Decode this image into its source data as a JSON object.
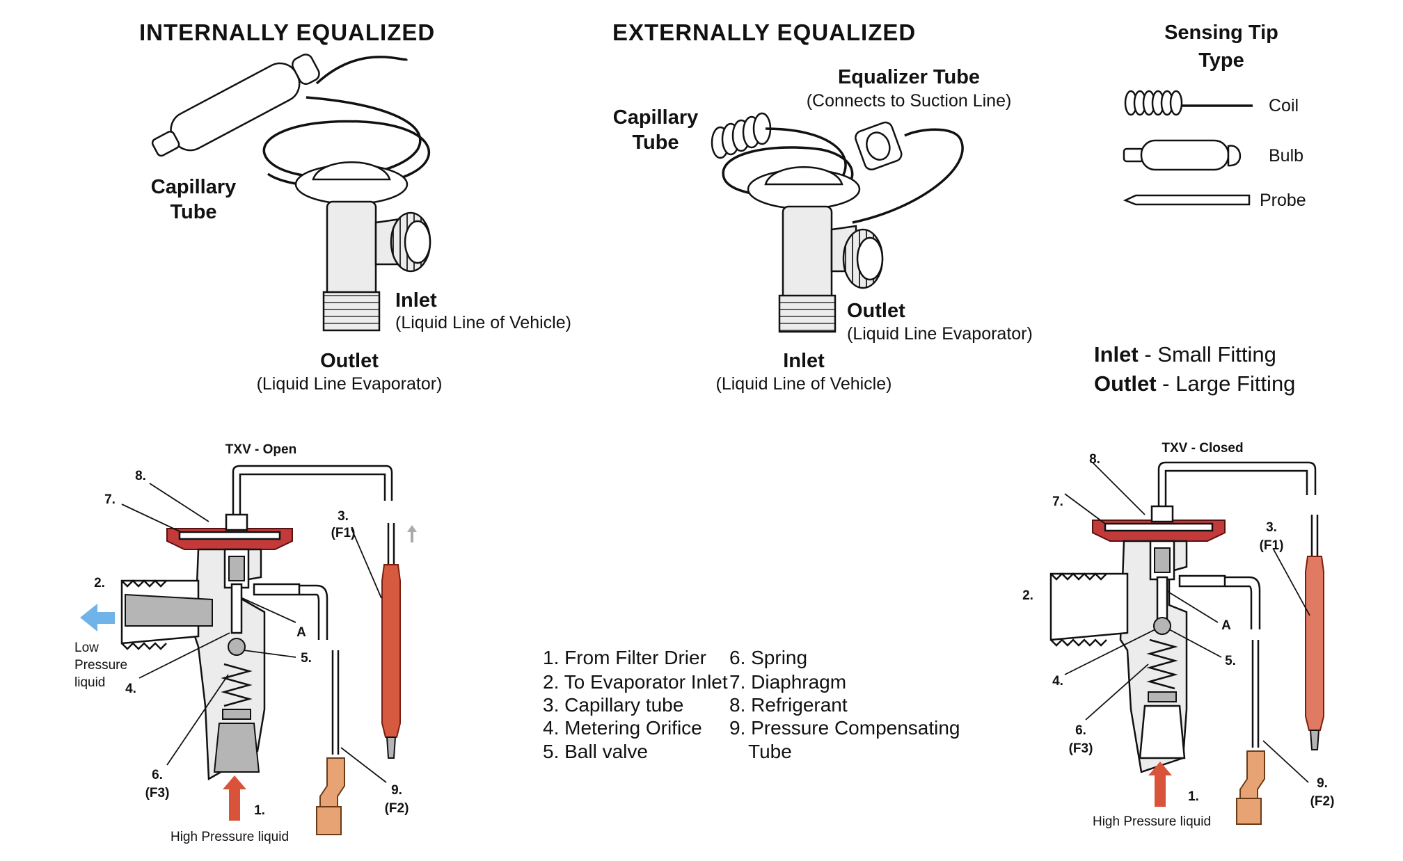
{
  "headers": {
    "internal": "INTERNALLY EQUALIZED",
    "external": "EXTERNALLY EQUALIZED",
    "sensing_line1": "Sensing Tip",
    "sensing_line2": "Type"
  },
  "internal": {
    "capillary_line1": "Capillary",
    "capillary_line2": "Tube",
    "inlet": "Inlet",
    "inlet_sub": "(Liquid Line of Vehicle)",
    "outlet": "Outlet",
    "outlet_sub": "(Liquid Line Evaporator)"
  },
  "external": {
    "equalizer": "Equalizer Tube",
    "equalizer_sub": "(Connects to Suction Line)",
    "capillary_line1": "Capillary",
    "capillary_line2": "Tube",
    "outlet": "Outlet",
    "outlet_sub": "(Liquid Line Evaporator)",
    "inlet": "Inlet",
    "inlet_sub": "(Liquid Line of Vehicle)"
  },
  "sensing_tips": [
    "Coil",
    "Bulb",
    "Probe"
  ],
  "fitting_note": {
    "inlet_word": "Inlet",
    "inlet_rest": " - Small Fitting",
    "outlet_word": "Outlet",
    "outlet_rest": " - Large Fitting"
  },
  "txv_open": {
    "title": "TXV - Open",
    "n1": "1.",
    "n2": "2.",
    "n3": "3.",
    "f1": "(F1)",
    "n4": "4.",
    "n5": "5.",
    "n6": "6.",
    "f3": "(F3)",
    "n7": "7.",
    "n8": "8.",
    "n9": "9.",
    "f2": "(F2)",
    "a": "A",
    "low1": "Low",
    "low2": "Pressure",
    "low3": "liquid",
    "high": "High Pressure liquid"
  },
  "txv_closed": {
    "title": "TXV - Closed",
    "n1": "1.",
    "n2": "2.",
    "n3": "3.",
    "f1": "(F1)",
    "n4": "4.",
    "n5": "5.",
    "n6": "6.",
    "f3": "(F3)",
    "n7": "7.",
    "n8": "8.",
    "n9": "9.",
    "f2": "(F2)",
    "a": "A",
    "high": "High Pressure liquid"
  },
  "legend": {
    "left": [
      "1. From Filter Drier",
      "2. To Evaporator Inlet",
      "3. Capillary tube",
      "4. Metering Orifice",
      "5. Ball valve"
    ],
    "right": [
      "6. Spring",
      "7. Diaphragm",
      "8. Refrigerant",
      "9. Pressure Compensating",
      "Tube"
    ]
  },
  "colors": {
    "diaphragm": "#c23a3a",
    "bulb": "#d65a3f",
    "flow_in_arrow": "#d9533b",
    "flow_out_arrow": "#6fb3e8"
  }
}
